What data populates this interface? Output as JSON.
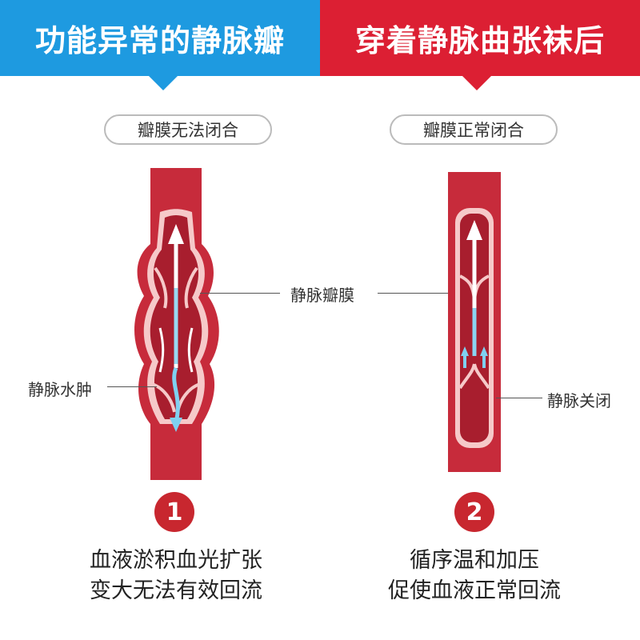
{
  "header": {
    "left_title": "功能异常的静脉瓣",
    "right_title": "穿着静脉曲张袜后"
  },
  "left_panel": {
    "pill": "瓣膜无法闭合",
    "label_valve": "静脉瓣膜",
    "label_edema": "静脉水肿",
    "number": "1",
    "caption_line1": "血液淤积血光扩张",
    "caption_line2": "变大无法有效回流"
  },
  "right_panel": {
    "pill": "瓣膜正常闭合",
    "label_closed": "静脉关闭",
    "number": "2",
    "caption_line1": "循序温和加压",
    "caption_line2": "促使血液正常回流"
  },
  "colors": {
    "blue": "#1e9ae0",
    "red": "#dc1f33",
    "vein": "#c72b3b",
    "vein_inner": "#a81e2e",
    "wall": "#f6c9c9",
    "arrow": "#ffffff",
    "arrow_blue": "#7fd0f0",
    "badge": "#c8272f"
  }
}
